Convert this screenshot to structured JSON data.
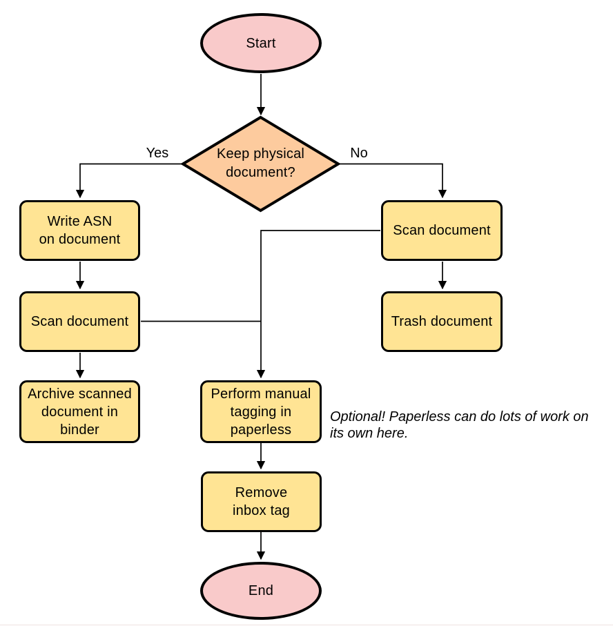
{
  "diagram": {
    "colors": {
      "background": "#ffffff",
      "terminal_fill": "#f9caca",
      "decision_fill": "#fdcb9e",
      "process_fill": "#ffe494",
      "stroke": "#000000"
    },
    "nodes": {
      "start": {
        "label": "Start",
        "shape": "ellipse"
      },
      "decision": {
        "label": "Keep physical\ndocument?",
        "shape": "diamond"
      },
      "write_asn": {
        "label": "Write ASN\non document",
        "shape": "process"
      },
      "scan_left": {
        "label": "Scan document",
        "shape": "process"
      },
      "archive": {
        "label": "Archive scanned\ndocument in\nbinder",
        "shape": "process"
      },
      "scan_right": {
        "label": "Scan document",
        "shape": "process"
      },
      "trash": {
        "label": "Trash document",
        "shape": "process"
      },
      "tagging": {
        "label": "Perform manual\ntagging in\npaperless",
        "shape": "process"
      },
      "remove_inbox": {
        "label": "Remove\ninbox tag",
        "shape": "process"
      },
      "end": {
        "label": "End",
        "shape": "ellipse"
      }
    },
    "edge_labels": {
      "yes": "Yes",
      "no": "No"
    },
    "annotation": "Optional! Paperless can do lots of work on\nits own here."
  }
}
